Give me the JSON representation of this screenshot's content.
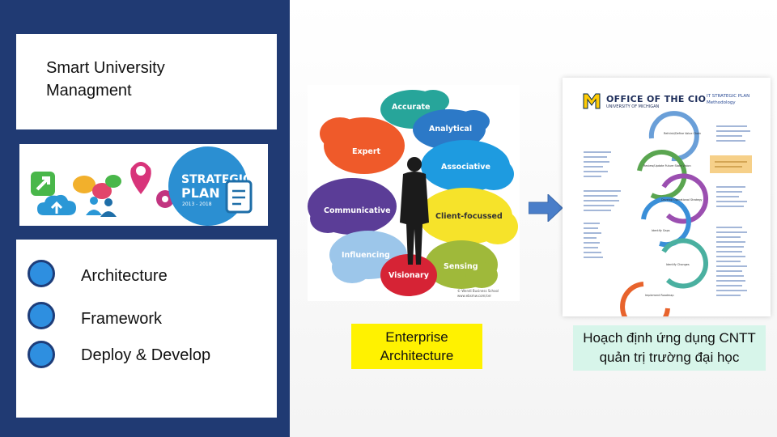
{
  "sidebar": {
    "title": "Smart University\nManagment",
    "logo": {
      "text_line1": "STRATEGIC",
      "text_line2": "PLAN",
      "years": "2013 - 2018"
    },
    "items": [
      {
        "label": "Architecture"
      },
      {
        "label": "Framework"
      },
      {
        "label": "Deploy & Develop"
      }
    ]
  },
  "figure_clouds": {
    "labels": [
      "Accurate",
      "Analytical",
      "Expert",
      "Associative",
      "Communicative",
      "Client-focussed",
      "Influencing",
      "Sensing",
      "Visionary"
    ],
    "credit_line1": "© Wendi Business School",
    "credit_line2": "www.ebsmw.com/cer"
  },
  "figure_doc": {
    "header_title": "OFFICE OF THE CIO",
    "header_subtitle": "UNIVERSITY OF MICHIGAN",
    "method_line1": "IT STRATEGIC PLAN",
    "method_line2": "Methodology",
    "nodes": [
      "Rethink/Define Value Chain",
      "Review/Update Future State Vision",
      "Develop Operational Strategy",
      "Identify Gaps",
      "Identify Changes",
      "Implement Roadmap"
    ]
  },
  "captions": {
    "enterprise": "Enterprise\nArchitecture",
    "vietnamese": "Hoạch định ứng dụng CNTT\nquản trị trường đại học"
  },
  "colors": {
    "panel": "#203a73",
    "bullet": "#2e8fe0",
    "caption_yellow": "#fff200",
    "caption_green": "#d7f5ea",
    "arrow": "#4a7ec9"
  }
}
